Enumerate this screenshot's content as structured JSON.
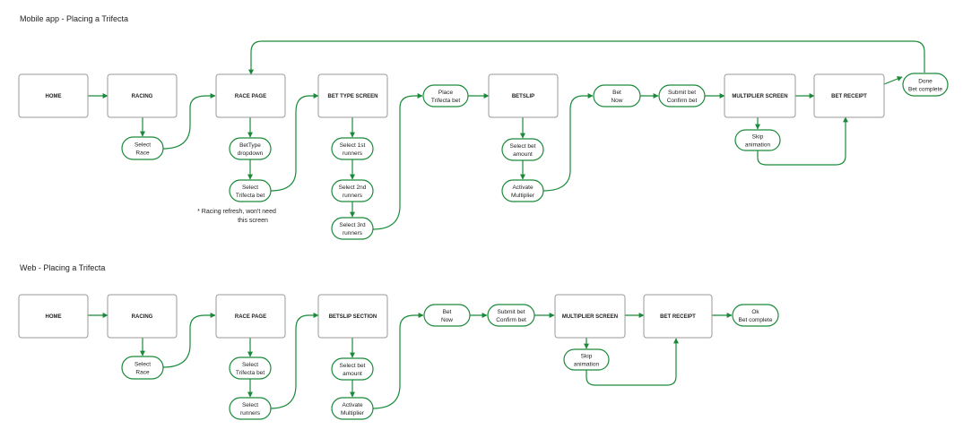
{
  "sections": {
    "mobile_title": "Mobile app - Placing a Trifecta",
    "web_title": "Web - Placing a Trifecta"
  },
  "note": [
    "* Racing refresh, won't need",
    "this screen"
  ],
  "mobile": {
    "screens": {
      "home": "HOME",
      "racing": "RACING",
      "race_page": "RACE PAGE",
      "bet_type": "BET TYPE SCREEN",
      "betslip": "BETSLIP",
      "multiplier": "MULTIPLIER SCREEN",
      "receipt": "BET RECEIPT"
    },
    "actions": {
      "select_race": [
        "Select",
        "Race"
      ],
      "bettype_dropdown": [
        "BetType",
        "dropdown"
      ],
      "select_trifecta": [
        "Select",
        "Trifecta bet"
      ],
      "select_1st": [
        "Select 1st",
        "runners"
      ],
      "select_2nd": [
        "Select 2nd",
        "runners"
      ],
      "select_3rd": [
        "Select 3rd",
        "runners"
      ],
      "place_trifecta": [
        "Place",
        "Trifecta bet"
      ],
      "select_amount": [
        "Select bet",
        "amount"
      ],
      "activate_multiplier": [
        "Activate",
        "Multiplier"
      ],
      "bet_now": [
        "Bet",
        "Now"
      ],
      "submit_bet": [
        "Submit bet",
        "Confirm bet"
      ],
      "skip_animation": [
        "Skip",
        "animation"
      ],
      "done": [
        "Done",
        "Bet complete"
      ]
    }
  },
  "web": {
    "screens": {
      "home": "HOME",
      "racing": "RACING",
      "race_page": "RACE PAGE",
      "betslip_section": "BETSLIP SECTION",
      "multiplier": "MULTIPLIER SCREEN",
      "receipt": "BET RECEIPT"
    },
    "actions": {
      "select_race": [
        "Select",
        "Race"
      ],
      "select_trifecta": [
        "Select",
        "Trifecta bet"
      ],
      "select_runners": [
        "Select",
        "runners"
      ],
      "select_amount": [
        "Select bet",
        "amount"
      ],
      "activate_multiplier": [
        "Activate",
        "Multiplier"
      ],
      "bet_now": [
        "Bet",
        "Now"
      ],
      "submit_bet": [
        "Submit bet",
        "Confirm bet"
      ],
      "skip_animation": [
        "Skip",
        "animation"
      ],
      "ok": [
        "Ok",
        "Bet complete"
      ]
    }
  },
  "colors": {
    "accent": "#1a8a3a",
    "box_border": "#9a9a9a"
  }
}
